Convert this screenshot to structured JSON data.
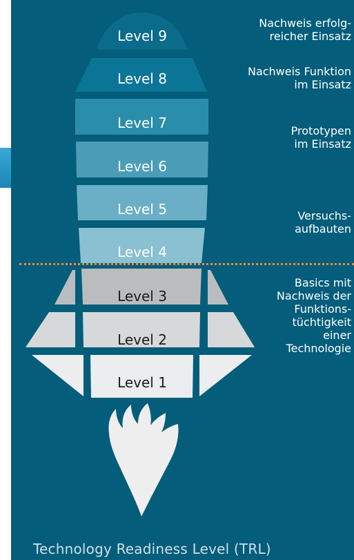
{
  "colors": {
    "background": "#045d7a",
    "level9": "#0b6b8a",
    "level8": "#0b7597",
    "level7": "#2a8eab",
    "level6": "#4b9db7",
    "level5": "#6aafc6",
    "level4": "#89c0d2",
    "level3": "#b9bdbf",
    "level2": "#d6d8d9",
    "level1": "#ecedee",
    "flame": "#eeeeee",
    "divider": "#f08a3c"
  },
  "levels": [
    {
      "label": "Level 9"
    },
    {
      "label": "Level 8"
    },
    {
      "label": "Level 7"
    },
    {
      "label": "Level 6"
    },
    {
      "label": "Level 5"
    },
    {
      "label": "Level 4"
    },
    {
      "label": "Level 3"
    },
    {
      "label": "Level 2"
    },
    {
      "label": "Level 1"
    }
  ],
  "descriptions": [
    {
      "text": "Nachweis erfolg-\nreicher Einsatz"
    },
    {
      "text": "Nachweis Funktion\nim Einsatz"
    },
    {
      "text": "Prototypen\nim Einsatz"
    },
    {
      "text": "Versuchs-\naufbauten"
    },
    {
      "text": "Basics mit\nNachweis der\nFunktions-\ntüchtigkeit\neiner\nTechnologie"
    }
  ],
  "caption": "Technology Readiness Level (TRL)"
}
